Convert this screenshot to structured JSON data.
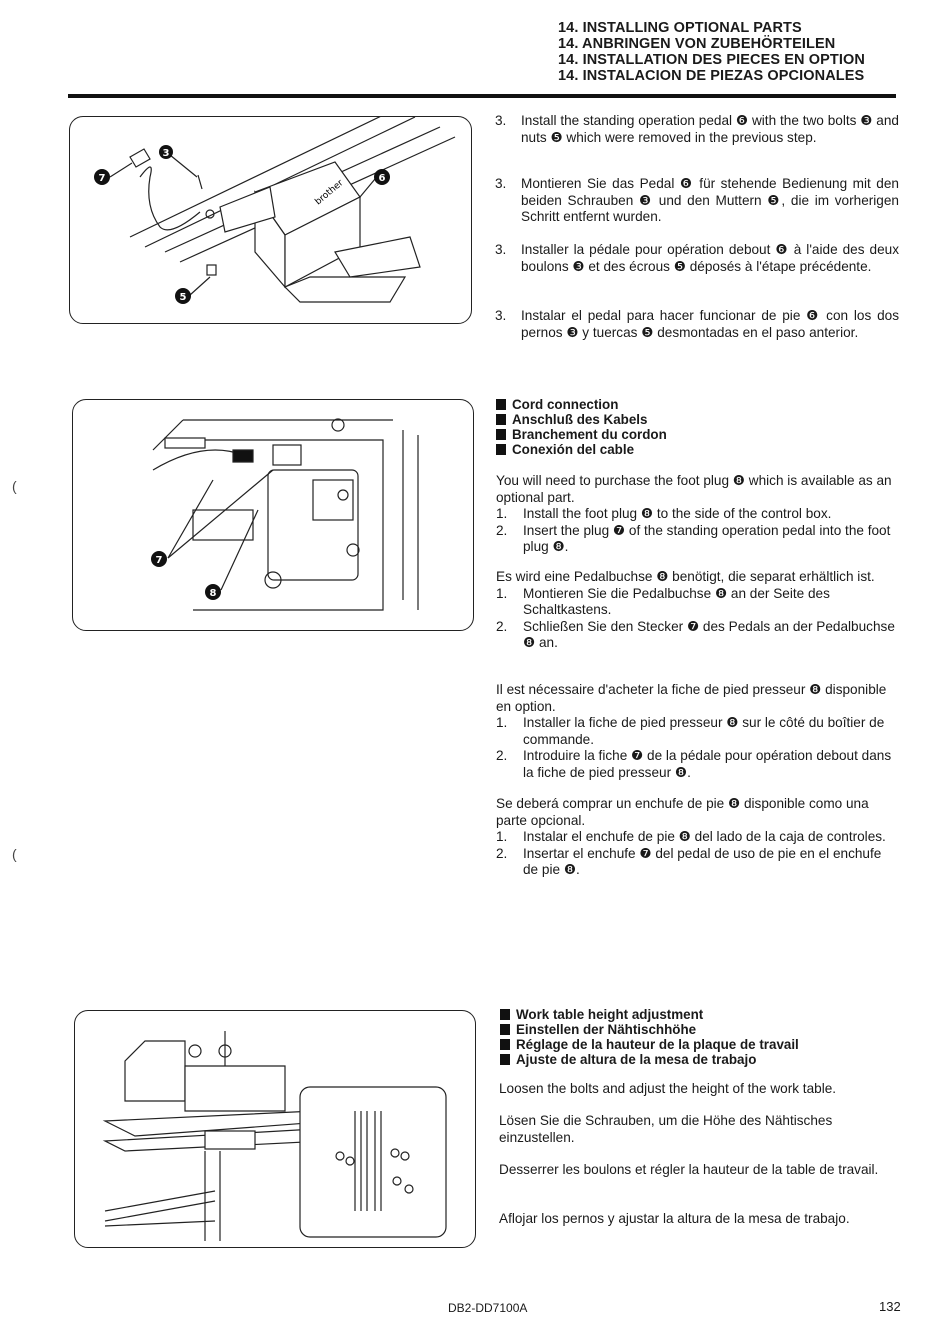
{
  "header": {
    "title_en": "14. INSTALLING OPTIONAL PARTS",
    "title_de": "14. ANBRINGEN VON ZUBEHÖRTEILEN",
    "title_fr": "14. INSTALLATION DES PIECES EN OPTION",
    "title_es": "14. INSTALACION DE PIEZAS OPCIONALES"
  },
  "figure1": {
    "callouts": {
      "c7": "7",
      "c3": "3",
      "c6": "6",
      "c5": "5"
    },
    "brand_label": "brother"
  },
  "figure2": {
    "callouts": {
      "c7": "7",
      "c8": "8"
    }
  },
  "section1": {
    "steps": [
      {
        "num": "3.",
        "text": "Install the standing operation pedal ❻ with the two bolts ❸ and nuts ❺ which were removed in the previous step."
      },
      {
        "num": "3.",
        "text": "Montieren Sie das Pedal ❻ für stehende Bedienung mit den beiden Schrauben ❸ und den Muttern ❺, die im vorherigen Schritt entfernt wurden."
      },
      {
        "num": "3.",
        "text": "Installer la pédale pour opération debout ❻ à l'aide des deux boulons ❸ et des écrous ❺ déposés à l'étape précédente."
      },
      {
        "num": "3.",
        "text": "Instalar el pedal para hacer funcionar de pie ❻ con los dos pernos ❸ y tuercas ❺ desmontadas en el paso anterior."
      }
    ]
  },
  "cord": {
    "headings": [
      "Cord connection",
      "Anschluß des Kabels",
      "Branchement du cordon",
      "Conexión del cable"
    ],
    "en": {
      "intro": "You will need to purchase the foot plug ❽ which is available as an optional part.",
      "items": [
        {
          "n": "1.",
          "text": "Install the foot plug ❽ to the side of the control box."
        },
        {
          "n": "2.",
          "text": "Insert the plug ❼ of the standing operation pedal into the foot plug ❽."
        }
      ]
    },
    "de": {
      "intro": "Es wird eine Pedalbuchse ❽ benötigt, die separat erhältlich ist.",
      "items": [
        {
          "n": "1.",
          "text": "Montieren Sie die Pedalbuchse ❽ an der Seite des Schaltkastens."
        },
        {
          "n": "2.",
          "text": "Schließen Sie den Stecker ❼ des Pedals an der Pedalbuchse ❽ an."
        }
      ]
    },
    "fr": {
      "intro": "Il est nécessaire d'acheter la fiche de pied presseur ❽ disponible en option.",
      "items": [
        {
          "n": "1.",
          "text": "Installer la fiche de pied presseur ❽ sur le côté du boîtier de commande."
        },
        {
          "n": "2.",
          "text": "Introduire la fiche ❼ de la pédale pour opération debout dans la fiche de pied presseur ❽."
        }
      ]
    },
    "es": {
      "intro": "Se deberá comprar un enchufe de pie ❽ disponible como una parte opcional.",
      "items": [
        {
          "n": "1.",
          "text": "Instalar el enchufe de pie ❽ del lado de la caja de controles."
        },
        {
          "n": "2.",
          "text": "Insertar el enchufe ❼ del pedal de uso de pie en el enchufe de pie ❽."
        }
      ]
    }
  },
  "table": {
    "headings": [
      "Work table height adjustment",
      "Einstellen der Nähtischhöhe",
      "Réglage de la hauteur de la plaque de travail",
      "Ajuste de altura de la mesa de trabajo"
    ],
    "paragraphs": [
      "Loosen the bolts and adjust the height of the work table.",
      "Lösen Sie die Schrauben, um die Höhe des Nähtisches einzustellen.",
      "Desserrer les boulons et régler la hauteur de la table de travail.",
      "Aflojar los pernos y ajustar la altura de la mesa de trabajo."
    ]
  },
  "footer": {
    "doc_code": "DB2-DD7100A",
    "page_number": "132"
  }
}
